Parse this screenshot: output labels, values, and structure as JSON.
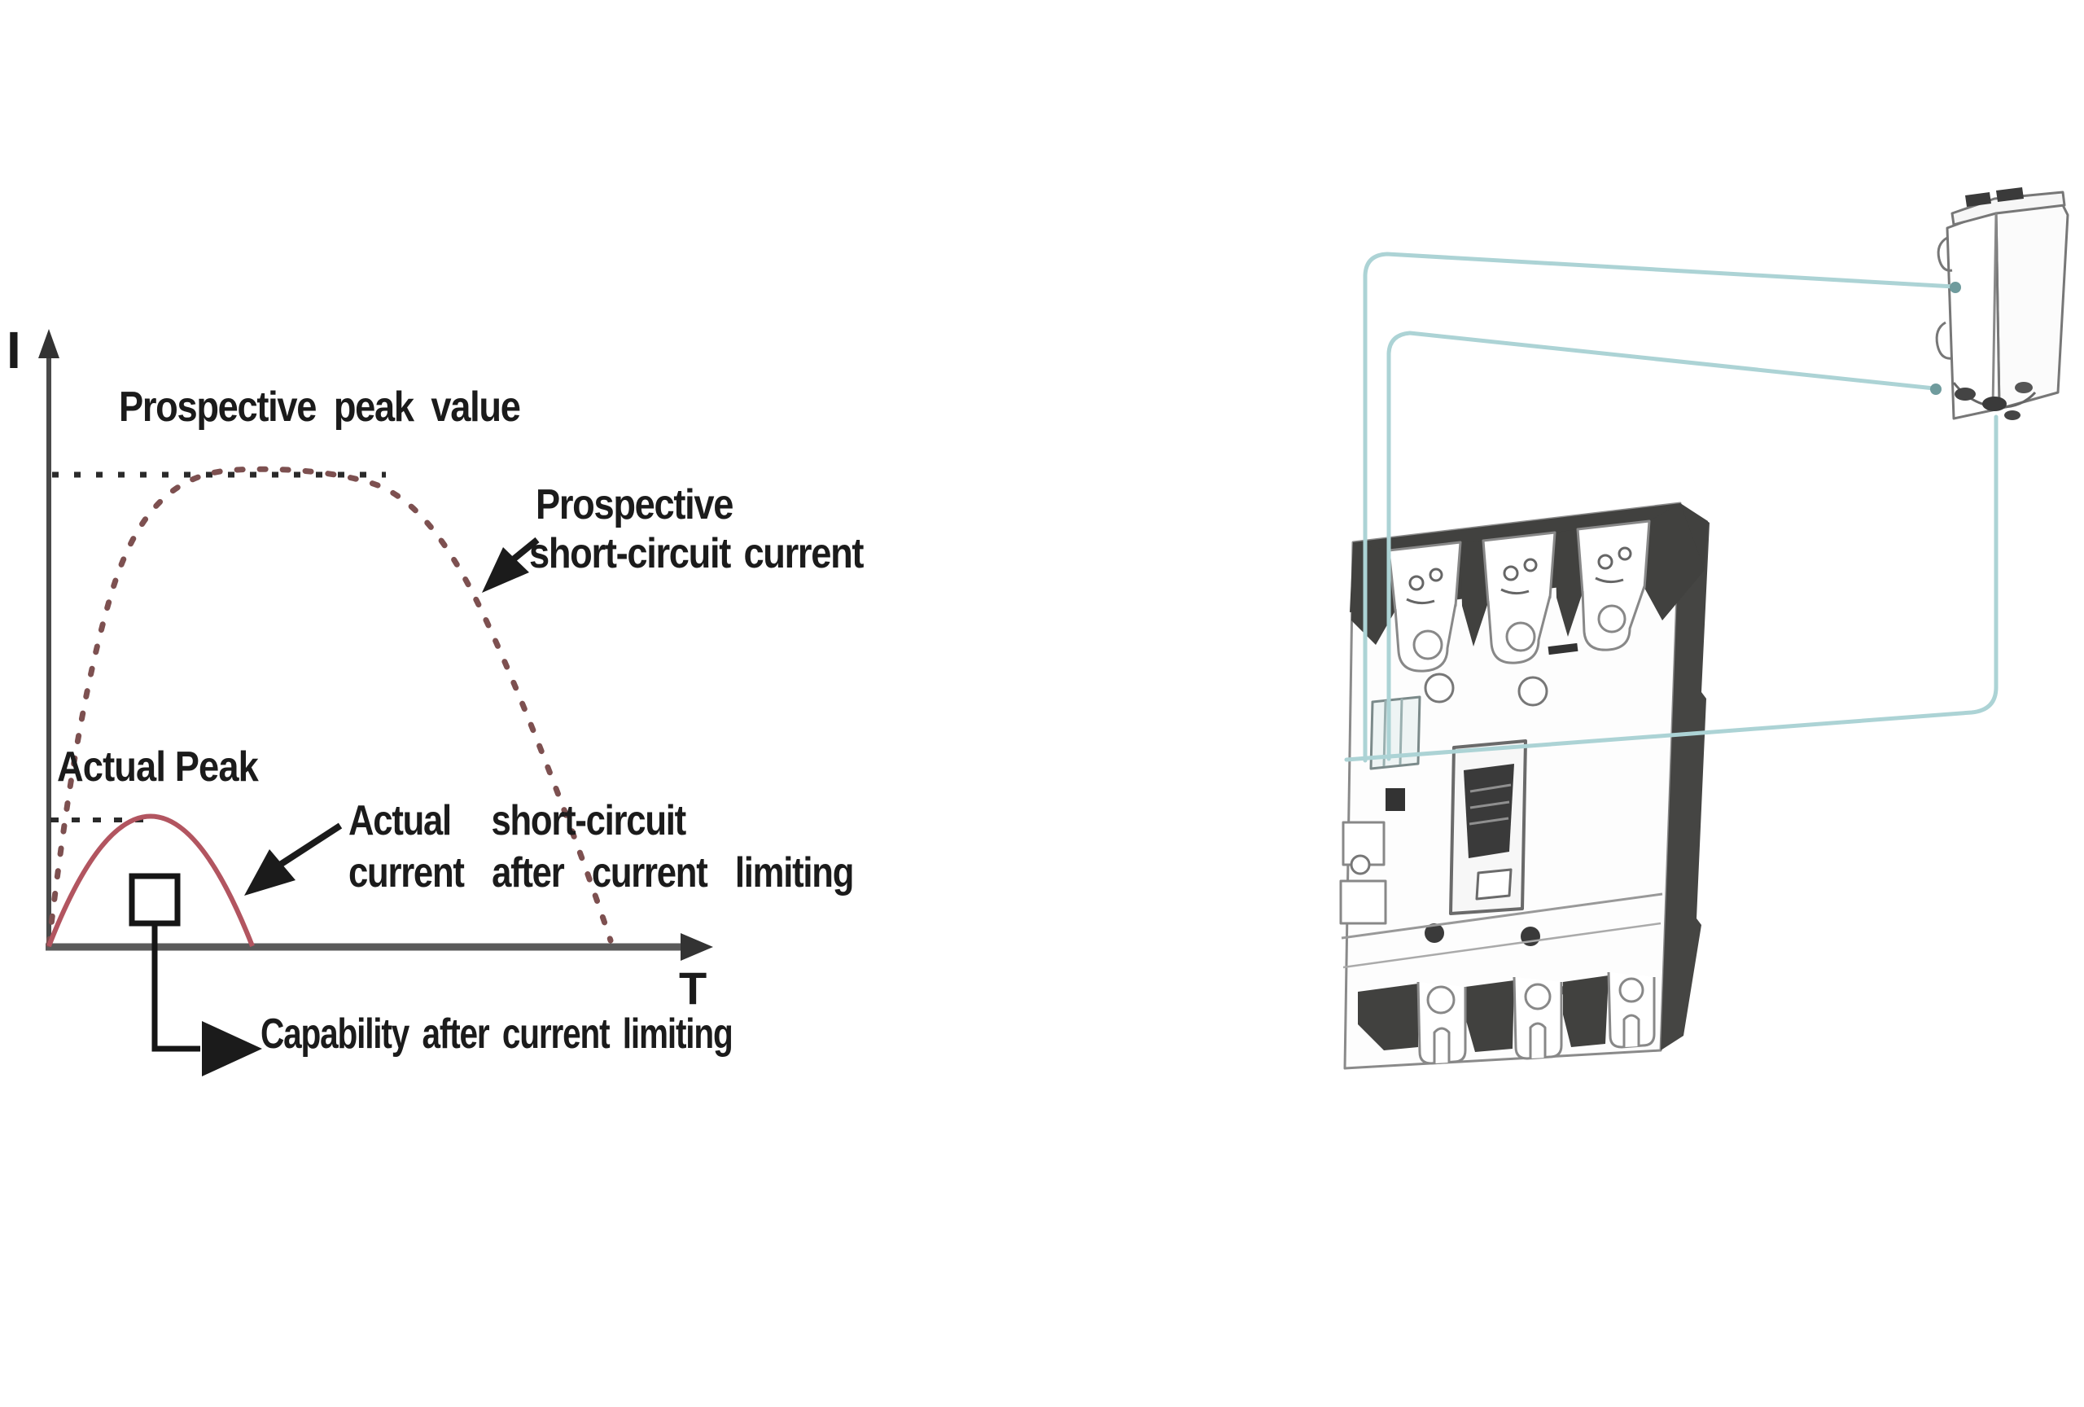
{
  "chart": {
    "y_axis_label": "I",
    "x_axis_label": "T",
    "labels": {
      "prospective_peak_value": "Prospective peak value",
      "prospective_sc_line1": "Prospective",
      "prospective_sc_line2": "short-circuit current",
      "actual_peak": "Actual Peak",
      "actual_sc_line1": "Actual short-circuit",
      "actual_sc_line2": "current after current limiting",
      "capability": "Capability after current limiting"
    },
    "colors": {
      "text": "#1b1b1b",
      "axis": "#4a4a4a",
      "prospective_curve_dotted": "#7d5050",
      "actual_curve_solid": "#b25560",
      "peak_reference_dotted": "#2a2a2a"
    }
  },
  "chart_data": {
    "type": "line",
    "title": "Current limiting: prospective vs actual short-circuit current",
    "xlabel": "T",
    "ylabel": "I",
    "ylim": [
      0,
      1.15
    ],
    "grid": false,
    "legend_position": "none",
    "series": [
      {
        "name": "Prospective short-circuit current",
        "style": "dotted",
        "color": "#7d5050",
        "x": [
          0,
          0.4,
          0.8,
          1.2,
          1.6,
          2.0,
          2.4,
          2.8,
          3.2,
          3.6,
          4.0
        ],
        "y": [
          0,
          0.45,
          0.82,
          0.97,
          1.0,
          1.0,
          0.96,
          0.82,
          0.6,
          0.32,
          0
        ]
      },
      {
        "name": "Actual short-circuit current after current limiting",
        "style": "solid",
        "color": "#b25560",
        "x": [
          0,
          0.18,
          0.36,
          0.54,
          0.72,
          0.9,
          1.08,
          1.26,
          1.44
        ],
        "y": [
          0,
          0.1,
          0.19,
          0.25,
          0.275,
          0.25,
          0.19,
          0.1,
          0
        ]
      }
    ],
    "reference_lines": [
      {
        "label": "Prospective peak value",
        "y": 1.0,
        "style": "dotted"
      },
      {
        "label": "Actual Peak",
        "y": 0.275,
        "style": "dashed"
      }
    ],
    "annotations": [
      "Prospective peak value",
      "Prospective short-circuit current",
      "Actual Peak",
      "Actual short-circuit current after current limiting",
      "Capability after current limiting"
    ]
  },
  "illustration": {
    "breaker": "molded-case-circuit-breaker",
    "accessory": "auxiliary-trip-device",
    "wire_color": "#acd3d5",
    "body_dark_color": "#454543",
    "outline_color": "#8a8a8a"
  }
}
